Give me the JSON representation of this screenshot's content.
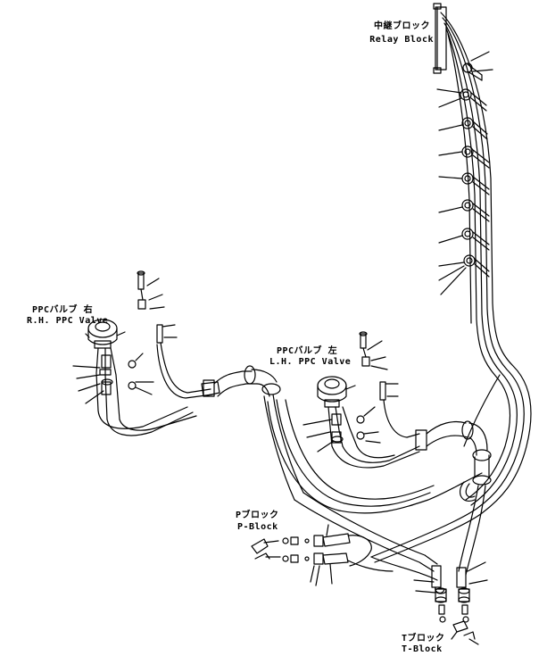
{
  "labels": {
    "relay_block_ja": "中継ブロック",
    "relay_block_en": "Relay Block",
    "rh_ppc_ja": "PPCバルブ 右",
    "rh_ppc_en": "R.H. PPC Valve",
    "lh_ppc_ja": "PPCバルブ 左",
    "lh_ppc_en": "L.H. PPC Valve",
    "p_block_ja": "Pブロック",
    "p_block_en": "P-Block",
    "t_block_ja": "Tブロック",
    "t_block_en": "T-Block"
  },
  "colors": {
    "line": "#000000",
    "background": "#ffffff"
  }
}
